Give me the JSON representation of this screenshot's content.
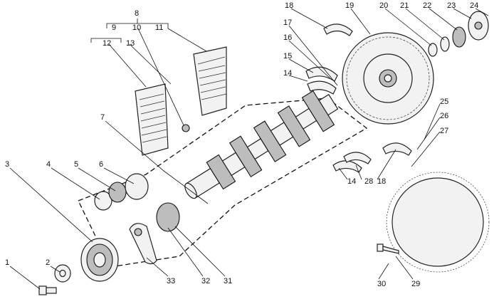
{
  "labels": [
    "1",
    "2",
    "3",
    "4",
    "5",
    "6",
    "7",
    "8",
    "9",
    "10",
    "11",
    "12",
    "13",
    "14",
    "15",
    "16",
    "17",
    "18",
    "19",
    "20",
    "21",
    "22",
    "23",
    "24",
    "25",
    "26",
    "27",
    "18",
    "14",
    "28",
    "29",
    "30",
    "31",
    "32",
    "33"
  ],
  "icons": {
    "bolt": "bolt-icon",
    "washer": "washer-icon",
    "pulley": "pulley-icon",
    "gear": "gear-icon",
    "flywheel": "flywheel-icon",
    "ring_gear": "ring-gear-icon",
    "crankshaft": "crankshaft-icon",
    "bearing_shell": "bearing-shell-icon"
  },
  "colors": {
    "ink": "#111111",
    "paper": "#ffffff"
  }
}
